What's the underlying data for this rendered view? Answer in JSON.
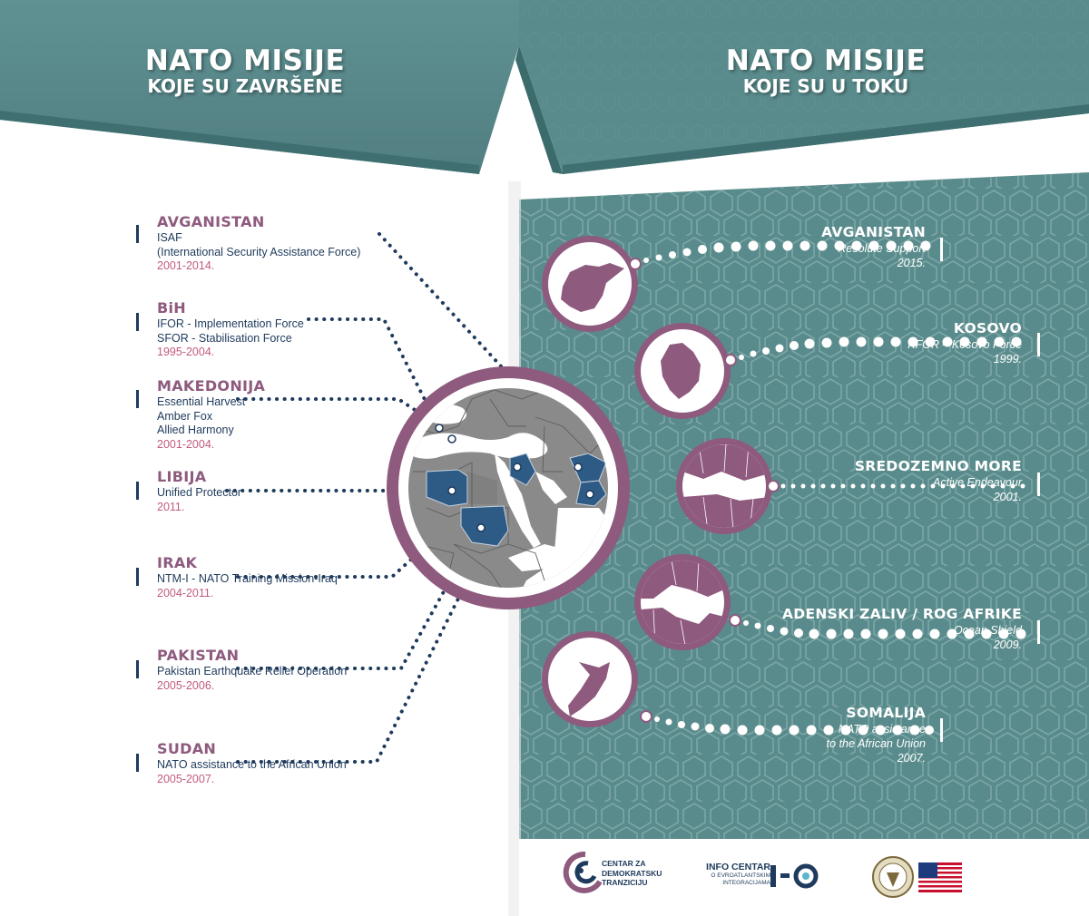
{
  "colors": {
    "teal": "#5a8b8c",
    "teal_dark": "#4d7d7e",
    "purple": "#8e5a7e",
    "navy": "#1e3a5c",
    "map_gray": "#8a8a8a",
    "country_blue": "#2e5b86",
    "flag_red": "#c8102e",
    "flag_blue": "#1d3b7d"
  },
  "header": {
    "left": {
      "title": "NATO MISIJE",
      "subtitle": "KOJE SU ZAVRŠENE"
    },
    "right": {
      "title": "NATO MISIJE",
      "subtitle": "KOJE SU U TOKU"
    }
  },
  "completed": [
    {
      "name": "AVGANISTAN",
      "lines": [
        "ISAF",
        "(International Security Assistance Force)"
      ],
      "years": "2001-2014."
    },
    {
      "name": "BiH",
      "lines": [
        "IFOR - Implementation Force",
        "SFOR - Stabilisation Force"
      ],
      "years": "1995-2004."
    },
    {
      "name": "MAKEDONIJA",
      "lines": [
        "Essential Harvest",
        "Amber Fox",
        "Allied Harmony"
      ],
      "years": "2001-2004."
    },
    {
      "name": "LIBIJA",
      "lines": [
        "Unified Protector"
      ],
      "years": "2011."
    },
    {
      "name": "IRAK",
      "lines": [
        "NTM-I - NATO Training Mission-Iraq"
      ],
      "years": "2004-2011."
    },
    {
      "name": "PAKISTAN",
      "lines": [
        "Pakistan Earthquake Relief Operation"
      ],
      "years": "2005-2006."
    },
    {
      "name": "SUDAN",
      "lines": [
        "NATO assistance to the African Union"
      ],
      "years": "2005-2007."
    }
  ],
  "ongoing": [
    {
      "name": "AVGANISTAN",
      "lines": [
        "Resolute Support",
        "2015."
      ],
      "icon": "afghanistan-map-icon"
    },
    {
      "name": "KOSOVO",
      "lines": [
        "KFOR – Kosovo Force",
        "1999."
      ],
      "icon": "kosovo-map-icon"
    },
    {
      "name": "SREDOZEMNO MORE",
      "lines": [
        "Active Endeavour",
        "2001."
      ],
      "icon": "mediterranean-map-icon"
    },
    {
      "name": "ADENSKI ZALIV / ROG AFRIKE",
      "lines": [
        "Ocean Shield",
        "2009."
      ],
      "icon": "gulf-of-aden-map-icon"
    },
    {
      "name": "SOMALIJA",
      "lines": [
        "NATO assistance",
        "to the African Union",
        "2007."
      ],
      "icon": "somalia-map-icon"
    }
  ],
  "logos": {
    "cdt": {
      "lines": [
        "CENTAR ZA",
        "DEMOKRATSKU",
        "TRANZICIJU"
      ]
    },
    "info": {
      "title": "INFO CENTAR",
      "lines": [
        "O EVROATLANTSKIM",
        "INTEGRACIJAMA"
      ]
    }
  }
}
